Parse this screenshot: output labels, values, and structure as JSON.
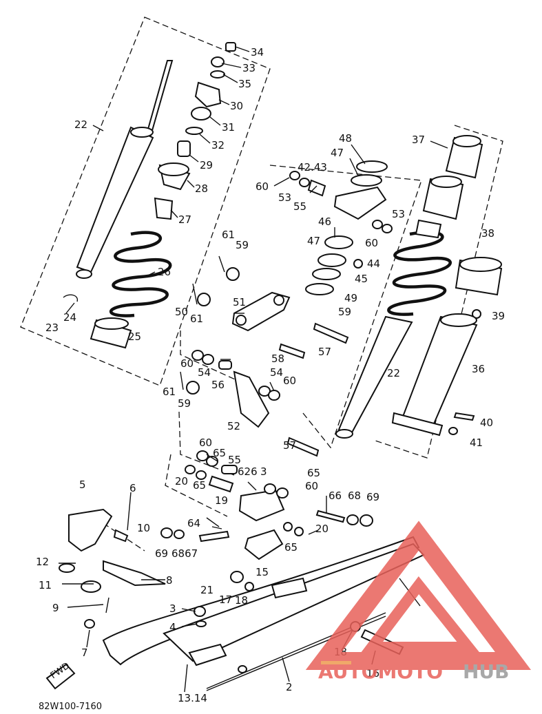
{
  "diagram": {
    "drawing_code": "82W100-7160",
    "arrow_text": "FWD",
    "callouts": [
      "34",
      "33",
      "35",
      "30",
      "31",
      "32",
      "22",
      "29",
      "28",
      "27",
      "26",
      "24",
      "23",
      "25",
      "48",
      "37",
      "47",
      "42.43",
      "60",
      "53",
      "55",
      "46",
      "47",
      "53",
      "60",
      "44",
      "45",
      "38",
      "61",
      "59",
      "51",
      "49",
      "50",
      "61",
      "59",
      "39",
      "58",
      "57",
      "22",
      "36",
      "60",
      "54",
      "56",
      "54",
      "60",
      "61",
      "59",
      "52",
      "40",
      "41",
      "60",
      "65",
      "55",
      "57",
      "626",
      "3",
      "65",
      "20",
      "65",
      "19",
      "60",
      "5",
      "6",
      "66",
      "68",
      "69",
      "10",
      "64",
      "20",
      "69",
      "6867",
      "65",
      "12",
      "8",
      "15",
      "11",
      "21",
      "17",
      "18",
      "9",
      "3",
      "4",
      "7",
      "18",
      "16",
      "2",
      "13.14"
    ]
  },
  "watermark": {
    "text_red": "AUTOMOTO",
    "text_gray": "HUB",
    "red": "#e8615a",
    "gray": "#9a9a9a",
    "yellow": "#f2c24a"
  }
}
